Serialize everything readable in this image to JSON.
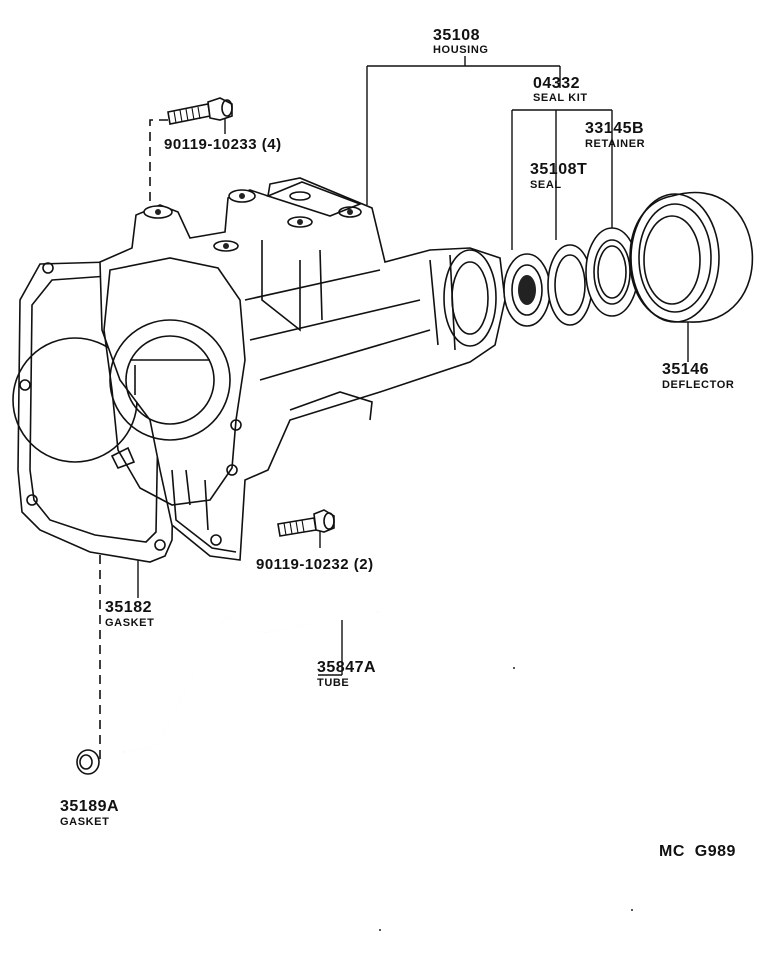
{
  "parts": [
    {
      "id": "housing",
      "number": "35108",
      "name": "HOUSING"
    },
    {
      "id": "seal-kit",
      "number": "04332",
      "name": "SEAL KIT"
    },
    {
      "id": "retainer",
      "number": "33145B",
      "name": "RETAINER"
    },
    {
      "id": "seal",
      "number": "35108T",
      "name": "SEAL"
    },
    {
      "id": "deflector",
      "number": "35146",
      "name": "DEFLECTOR"
    },
    {
      "id": "bolt-upper",
      "number": "90119-10233 (4)",
      "name": ""
    },
    {
      "id": "bolt-lower",
      "number": "90119-10232 (2)",
      "name": ""
    },
    {
      "id": "gasket-large",
      "number": "35182",
      "name": "GASKET"
    },
    {
      "id": "tube",
      "number": "35847A",
      "name": "TUBE"
    },
    {
      "id": "gasket-small",
      "number": "35189A",
      "name": "GASKET"
    }
  ],
  "footer": {
    "code": "MC  G989"
  }
}
